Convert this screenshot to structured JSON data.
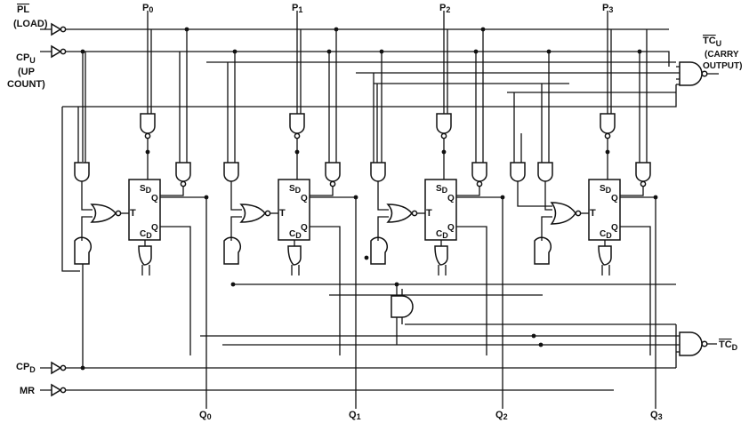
{
  "inputs": {
    "pl": "PL",
    "load": "(LOAD)",
    "cpu": "CP",
    "cpu_sub": "U",
    "up": "(UP",
    "count": "COUNT)",
    "cpd": "CP",
    "cpd_sub": "D",
    "mr": "MR"
  },
  "parallel_inputs": [
    "P",
    "P",
    "P",
    "P"
  ],
  "parallel_subs": [
    "0",
    "1",
    "2",
    "3"
  ],
  "outputs_q": [
    "Q",
    "Q",
    "Q",
    "Q"
  ],
  "outputs_q_subs": [
    "0",
    "1",
    "2",
    "3"
  ],
  "tc_up": {
    "label": "TC",
    "sub": "U",
    "carry": "(CARRY",
    "output": "OUTPUT)"
  },
  "tc_down": {
    "label": "TC",
    "sub": "D"
  },
  "flipflop": {
    "sd": "S",
    "sd_sub": "D",
    "cd": "C",
    "cd_sub": "D",
    "t": "T",
    "q": "Q",
    "qbar": "Q"
  }
}
